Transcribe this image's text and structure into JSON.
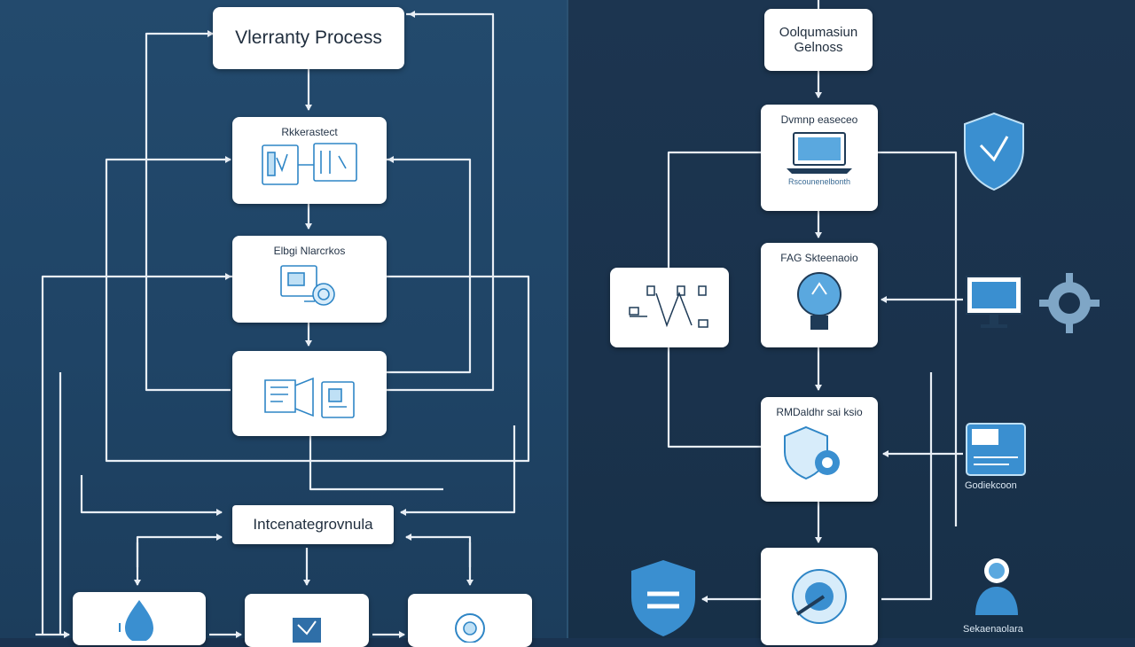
{
  "left_panel": {
    "title_box": "Vlerranty Process",
    "box_1": "Rkkerastect",
    "box_2": "Elbgi Nlarcrkos",
    "box_3": "",
    "bottom_box": "Intcenategrovnula"
  },
  "right_panel": {
    "top_box": [
      "Oolqumasiun",
      "Gelnoss"
    ],
    "box_1": "Dvmnp easeceo",
    "box_1_sub": "Rscounenelbonth",
    "box_2": "FAG Skteenaoio",
    "box_3": "RMDaldhr sai ksio",
    "caption_1": "Godiekcoon",
    "caption_2": "Sekaenaolara"
  },
  "colors": {
    "accent": "#3d8fcf",
    "icon_stroke": "#2f86c6",
    "wire": "#e8eef5",
    "shield": "#3a8fd0"
  },
  "icons": [
    "shield-icon",
    "monitor-icon",
    "gear-icon",
    "laptop-icon",
    "bulb-icon",
    "database-icon",
    "user-icon",
    "network-icon",
    "document-icon"
  ]
}
